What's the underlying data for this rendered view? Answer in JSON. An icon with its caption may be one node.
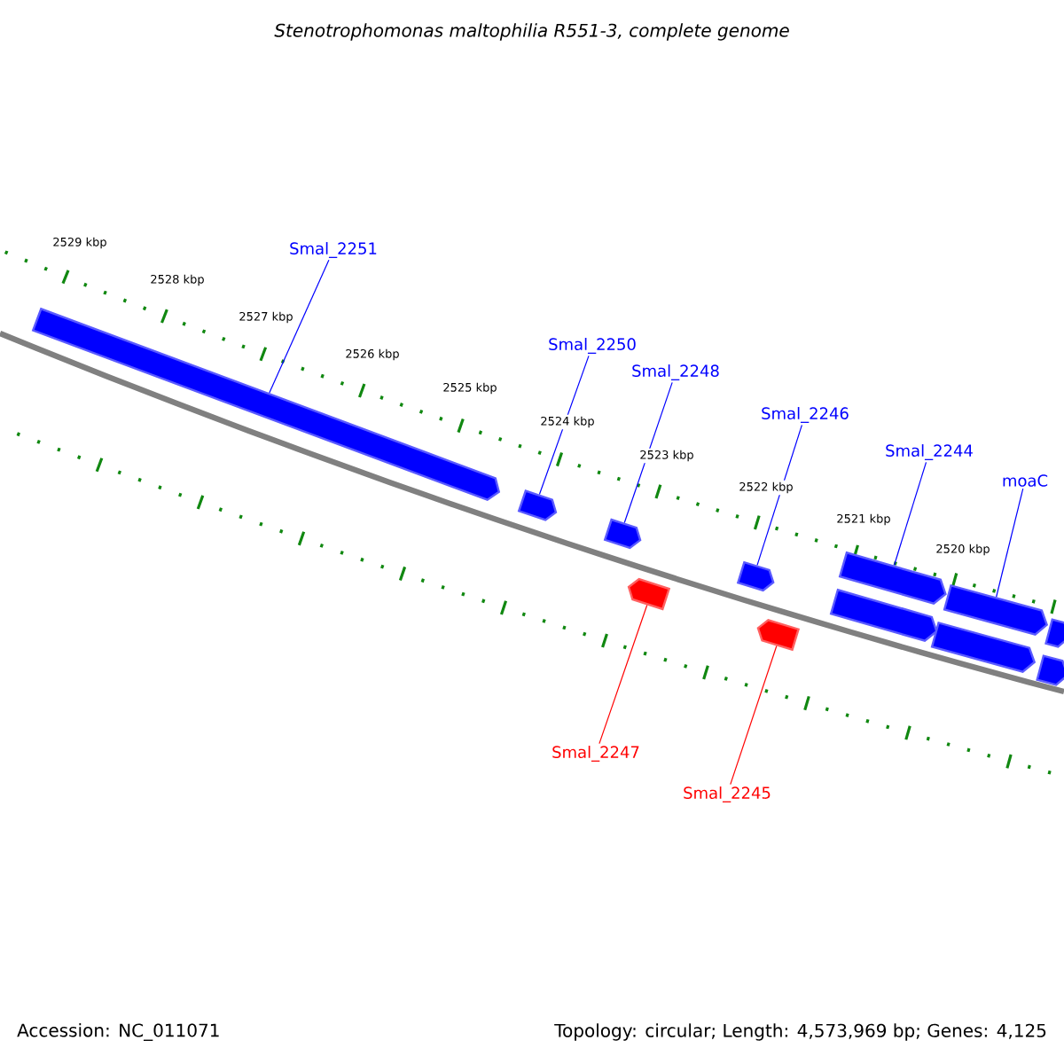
{
  "diagram": {
    "title": "Stenotrophomonas maltophilia R551-3, complete genome",
    "nodes": [
      {
        "text": [
          "Smal_2251"
        ]
      },
      {
        "text": [
          "Smal_2250"
        ]
      },
      {
        "text": [
          "Smal_2248"
        ]
      },
      {
        "text": [
          "Smal_2246"
        ]
      },
      {
        "text": [
          "Smal_2244"
        ]
      },
      {
        "text": [
          "moaC"
        ]
      },
      {
        "text": [
          "Smal_2247"
        ]
      },
      {
        "text": [
          "Smal_2245"
        ]
      },
      {
        "text": [],
        "shape": "bar"
      },
      {
        "text": [],
        "shape": "bar"
      },
      {
        "text": [],
        "shape": "bar"
      },
      {
        "text": [],
        "shape": "bar"
      },
      {
        "text": [],
        "shape": "bar"
      },
      {
        "text": [],
        "shape": "bar"
      },
      {
        "text": [],
        "shape": "bar"
      },
      {
        "text": [],
        "shape": "bar"
      },
      {
        "text": [],
        "shape": "bar"
      },
      {
        "text": [],
        "shape": "bar"
      },
      {
        "text": [],
        "shape": "bar"
      },
      {
        "text": [],
        "shape": "bar"
      }
    ],
    "edges": [
      {
        "from": 0,
        "to": 8,
        "arrow": "none"
      },
      {
        "from": 1,
        "to": 9,
        "arrow": "none"
      },
      {
        "from": 2,
        "to": 10,
        "arrow": "none"
      },
      {
        "from": 3,
        "to": 12,
        "arrow": "none"
      },
      {
        "from": 4,
        "to": 15,
        "arrow": "none"
      },
      {
        "from": 5,
        "to": 17,
        "arrow": "none"
      },
      {
        "from": 6,
        "to": 11,
        "arrow": "none",
        "color": "#ff0000"
      },
      {
        "from": 7,
        "to": 13,
        "arrow": "none",
        "color": "#ff0000"
      }
    ],
    "labels": [
      "2529 kbp",
      "2528 kbp",
      "2527 kbp",
      "2526 kbp",
      "2525 kbp",
      "2524 kbp",
      "2523 kbp",
      "2522 kbp",
      "2521 kbp",
      "2520 kbp",
      "Accession: NC_011071",
      "Topology: circular; Length: 4,573,969 bp; Genes: 4,125"
    ]
  }
}
